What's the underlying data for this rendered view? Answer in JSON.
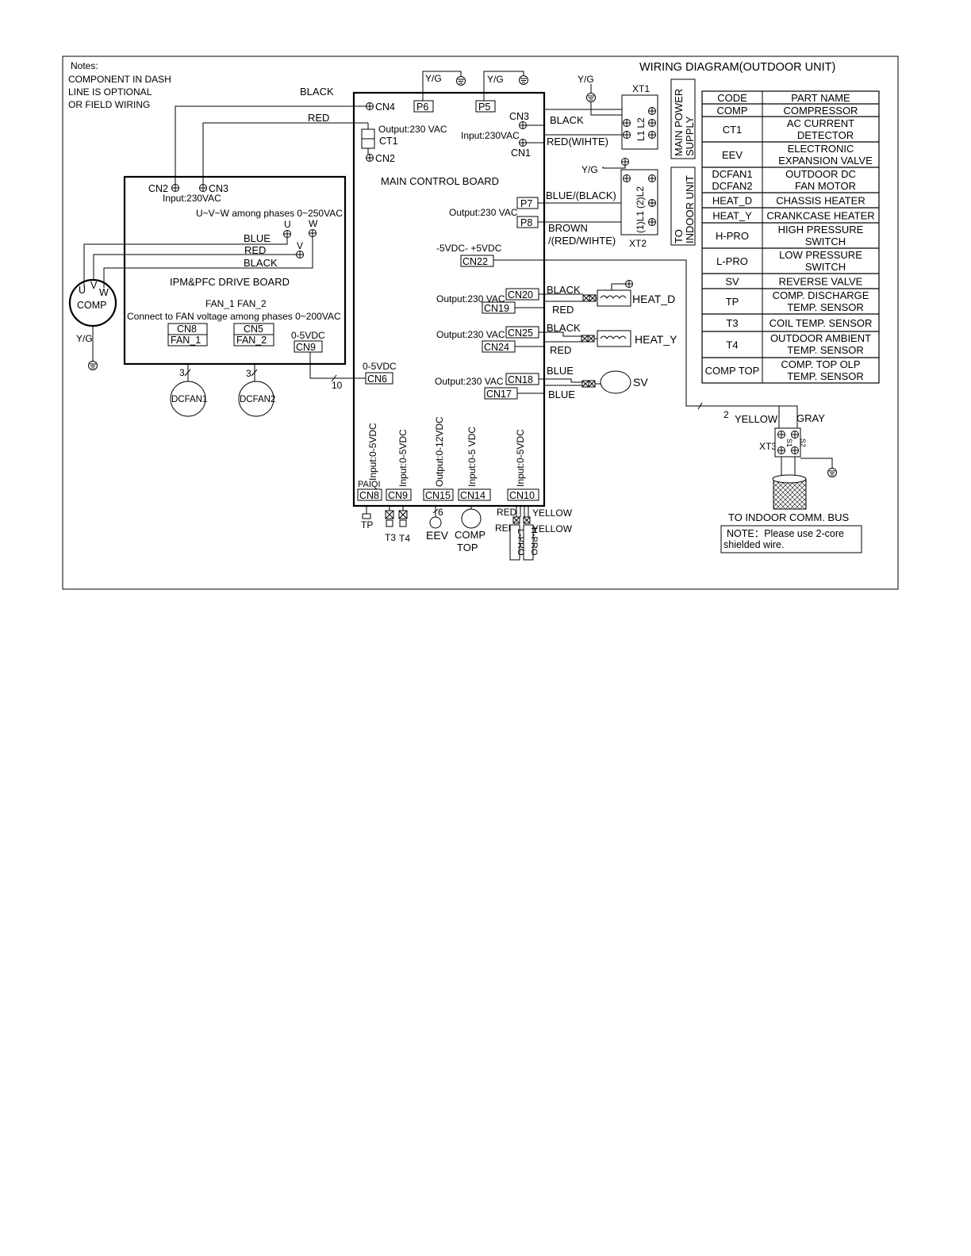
{
  "title": "WIRING DIAGRAM(OUTDOOR UNIT)",
  "notes": {
    "heading": "Notes:",
    "line1": "COMPONENT IN DASH",
    "line2": "LINE IS OPTIONAL",
    "line3": "OR FIELD WIRING"
  },
  "main_board": {
    "title": "MAIN CONTROL BOARD",
    "cn4": "CN4",
    "p6": "P6",
    "p5": "P5",
    "cn2": "CN2",
    "ct1": "CT1",
    "ct1_output": "Output:230 VAC",
    "cn3": "CN3",
    "cn1": "CN1",
    "cn1_input": "Input:230VAC",
    "p7": "P7",
    "p8": "P8",
    "p7p8_output": "Output:230 VAC",
    "cn22": "CN22",
    "cn22_range": "-5VDC- +5VDC",
    "cn20": "CN20",
    "cn19": "CN19",
    "cn20_output": "Output:230 VAC",
    "cn25": "CN25",
    "cn24": "CN24",
    "cn25_output": "Output:230 VAC",
    "cn18": "CN18",
    "cn17": "CN17",
    "cn18_output": "Output:230 VAC",
    "cn6": "CN6",
    "cn6_range": "0-5VDC",
    "cn8": "CN8",
    "cn8_vert": "Input:0-5VDC",
    "paiqi": "PAIQI",
    "cn9": "CN9",
    "cn9_vert": "Input:0-5VDC",
    "cn15": "CN15",
    "cn15_vert": "Output:0-12VDC",
    "cn14": "CN14",
    "cn14_vert": "Input:0-5 VDC",
    "cn10": "CN10",
    "cn10_vert": "Input:0-5VDC"
  },
  "drive_board": {
    "title": "IPM&PFC DRIVE BOARD",
    "cn2": "CN2",
    "cn3": "CN3",
    "input": "Input:230VAC",
    "phases": "U~V~W among phases 0~250VAC",
    "u": "U",
    "v": "V",
    "w": "W",
    "fan_labels": "FAN_1 FAN_2",
    "fan_note": "Connect to FAN voltage among phases 0~200VAC",
    "cn8_top": "CN8",
    "cn8_bottom": "FAN_1",
    "cn5_top": "CN5",
    "cn5_bottom": "FAN_2",
    "cn9_range": "0-5VDC",
    "cn9": "CN9"
  },
  "wires": {
    "black_cn4": "BLACK",
    "red_cn2": "RED",
    "black_cn3": "BLACK",
    "red_cn1": "RED(WIHTE)",
    "blue_p7": "BLUE/(BLACK)",
    "brown_p8": "BROWN",
    "brown_p8_alt": "/(RED/WIHTE)",
    "comp_blue": "BLUE",
    "comp_red": "RED",
    "comp_black": "BLACK",
    "heatd_black": "BLACK",
    "heatd_red": "RED",
    "heaty_black": "BLACK",
    "heaty_red": "RED",
    "sv_blue1": "BLUE",
    "sv_blue2": "BLUE",
    "yellow": "YELLOW",
    "gray": "GRAY",
    "two": "2",
    "ten": "10",
    "six": "6",
    "three": "3",
    "red_cn10": "RED",
    "yellow_cn10": "YELLOW",
    "red_cn10b": "RED",
    "yellow_cn10b": "YELLOW"
  },
  "grounds": {
    "yg": "Y/G"
  },
  "components": {
    "comp": "COMP",
    "comp_u": "U",
    "comp_v": "V",
    "comp_w": "W",
    "dcfan1": "DCFAN1",
    "dcfan2": "DCFAN2",
    "heat_d": "HEAT_D",
    "heat_y": "HEAT_Y",
    "sv": "SV",
    "tp": "TP",
    "t3": "T3",
    "t4": "T4",
    "eev": "EEV",
    "comp_top_1": "COMP",
    "comp_top_2": "TOP",
    "l_pro": "L-PRO",
    "h_pro": "H-PRO"
  },
  "terminals": {
    "xt1": "XT1",
    "xt1_l1": "L1",
    "xt1_l2": "L2",
    "main_power": "MAIN POWER",
    "supply": "SUPPLY",
    "xt2": "XT2",
    "xt2_l1": "(1)L1",
    "xt2_l2": "(2)L2",
    "to": "TO",
    "indoor_unit": "INDOOR UNIT",
    "xt3": "XT3",
    "s1": "S1",
    "s2": "S2",
    "comm_bus": "TO INDOOR COMM. BUS",
    "note_line1": "NOTE：Please use 2-core",
    "note_line2": "shielded wire."
  },
  "legend": {
    "header": [
      "CODE",
      "PART NAME"
    ],
    "rows": [
      {
        "code": "COMP",
        "name1": "COMPRESSOR",
        "name2": ""
      },
      {
        "code": "CT1",
        "name1": "AC CURRENT",
        "name2": "DETECTOR"
      },
      {
        "code": "EEV",
        "name1": "ELECTRONIC",
        "name2": "EXPANSION VALVE"
      },
      {
        "code": "DCFAN1",
        "code2": "DCFAN2",
        "name1": "OUTDOOR DC",
        "name2": "FAN MOTOR"
      },
      {
        "code": "HEAT_D",
        "name1": "CHASSIS HEATER",
        "name2": ""
      },
      {
        "code": "HEAT_Y",
        "name1": "CRANKCASE HEATER",
        "name2": ""
      },
      {
        "code": "H-PRO",
        "name1": "HIGH PRESSURE",
        "name2": "SWITCH"
      },
      {
        "code": "L-PRO",
        "name1": "LOW PRESSURE",
        "name2": "SWITCH"
      },
      {
        "code": "SV",
        "name1": "REVERSE VALVE",
        "name2": ""
      },
      {
        "code": "TP",
        "name1": "COMP. DISCHARGE",
        "name2": "TEMP. SENSOR"
      },
      {
        "code": "T3",
        "name1": "COIL TEMP. SENSOR",
        "name2": ""
      },
      {
        "code": "T4",
        "name1": "OUTDOOR AMBIENT",
        "name2": "TEMP. SENSOR"
      },
      {
        "code": "COMP TOP",
        "name1": "COMP. TOP OLP",
        "name2": "TEMP. SENSOR"
      }
    ]
  }
}
